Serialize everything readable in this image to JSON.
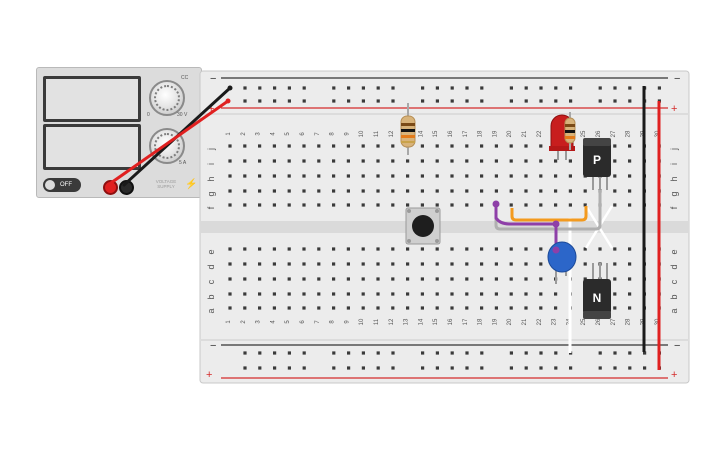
{
  "power_supply": {
    "switch_label": "OFF",
    "voltage_knob_min": "0",
    "voltage_knob_max": "30 V",
    "current_knob_max": "5 A",
    "cc_label": "CC",
    "brand_line1": "VOLTAGE",
    "brand_line2": "SUPPLY"
  },
  "breadboard": {
    "column_numbers": [
      "1",
      "2",
      "3",
      "4",
      "5",
      "6",
      "7",
      "8",
      "9",
      "10",
      "11",
      "12",
      "13",
      "14",
      "15",
      "16",
      "17",
      "18",
      "19",
      "20",
      "21",
      "22",
      "23",
      "24",
      "25",
      "26",
      "27",
      "28",
      "29",
      "30"
    ],
    "rows_top": [
      "j",
      "i",
      "h",
      "g",
      "f"
    ],
    "rows_bottom": [
      "e",
      "d",
      "c",
      "b",
      "a"
    ],
    "rail_minus": "−",
    "rail_plus": "+"
  },
  "components": {
    "transistor_p_label": "P",
    "transistor_n_label": "N"
  },
  "colors": {
    "wire_red": "#e02020",
    "wire_black": "#1a1a1a",
    "wire_orange": "#f39a1e",
    "wire_purple": "#8e3fa8",
    "wire_gray": "#b0b0b0",
    "wire_white": "#ffffff",
    "led_red": "#c81e1e",
    "capacitor_blue": "#2c66c9",
    "board": "#e9e9e9",
    "rail_red_line": "#d42b2b",
    "rail_black_line": "#333333"
  },
  "icons": [
    "lightning-icon"
  ]
}
